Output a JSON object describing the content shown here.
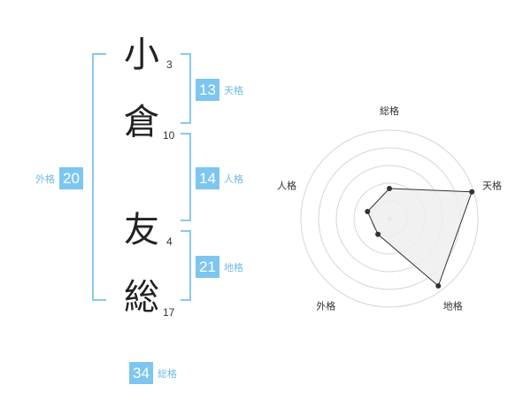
{
  "name": {
    "characters": [
      {
        "char": "小",
        "strokes": "3"
      },
      {
        "char": "倉",
        "strokes": "10"
      },
      {
        "char": "友",
        "strokes": "4"
      },
      {
        "char": "総",
        "strokes": "17"
      }
    ]
  },
  "scores": {
    "tenkaku": {
      "value": "13",
      "label": "天格"
    },
    "jinkaku": {
      "value": "14",
      "label": "人格"
    },
    "chikaku": {
      "value": "21",
      "label": "地格"
    },
    "gaikaku": {
      "value": "20",
      "label": "外格"
    },
    "soukaku": {
      "value": "34",
      "label": "総格"
    }
  },
  "radar": {
    "axes": [
      "総格",
      "天格",
      "地格",
      "外格",
      "人格"
    ],
    "levels": 5,
    "values": [
      1.7,
      4.9,
      4.7,
      1.1,
      1.3
    ],
    "colors": {
      "fill": "#eeeeee",
      "line": "#333333",
      "grid": "#d6d6d6",
      "center": "#cccccc"
    }
  },
  "colors": {
    "accent": "#7dc6ef",
    "bracket": "#88c9ee",
    "accent_text": "#6fbbe6"
  }
}
